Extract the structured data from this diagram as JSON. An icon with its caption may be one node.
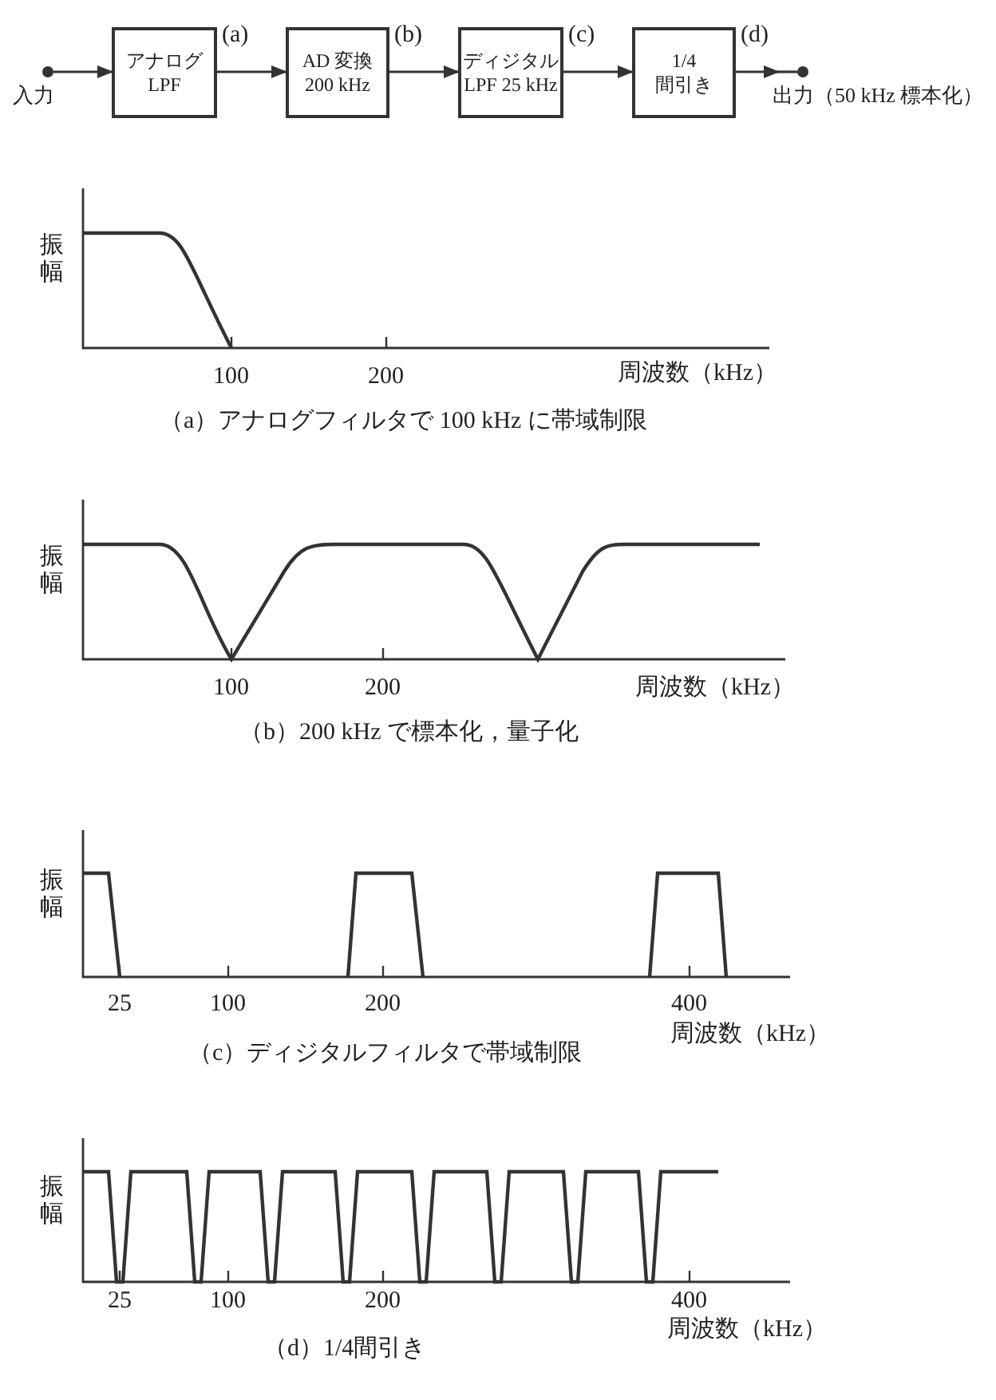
{
  "diagram": {
    "nodes": [
      {
        "text": [
          "入力"
        ]
      },
      {
        "text": [
          "アナログ LPF"
        ]
      },
      {
        "text": [
          "AD 変換 200 kHz"
        ]
      },
      {
        "text": [
          "ディジタル LPF 25 kHz"
        ]
      },
      {
        "text": [
          "1/4 間引き"
        ]
      },
      {
        "text": [
          "出力（50 kHz 標本化）"
        ]
      }
    ],
    "edges": [
      {
        "from": 0,
        "to": 1,
        "arrow": "to"
      },
      {
        "from": 1,
        "to": 2,
        "arrow": "to",
        "label": "(a)"
      },
      {
        "from": 2,
        "to": 3,
        "arrow": "to",
        "label": "(b)"
      },
      {
        "from": 3,
        "to": 4,
        "arrow": "to",
        "label": "(c)"
      },
      {
        "from": 4,
        "to": 5,
        "arrow": "to",
        "label": "(d)"
      }
    ],
    "labels": [
      "振幅",
      "100",
      "200",
      "周波数（kHz）",
      "（a）アナログフィルタで 100 kHz に帯域制限",
      "振幅",
      "100",
      "200",
      "周波数（kHz）",
      "（b）200 kHz で標本化，量子化",
      "振幅",
      "25",
      "100",
      "200",
      "400",
      "周波数（kHz）",
      "（c）ディジタルフィルタで帯域制限",
      "振幅",
      "25",
      "100",
      "200",
      "400",
      "周波数（kHz）",
      "（d）1/4間引き"
    ]
  }
}
